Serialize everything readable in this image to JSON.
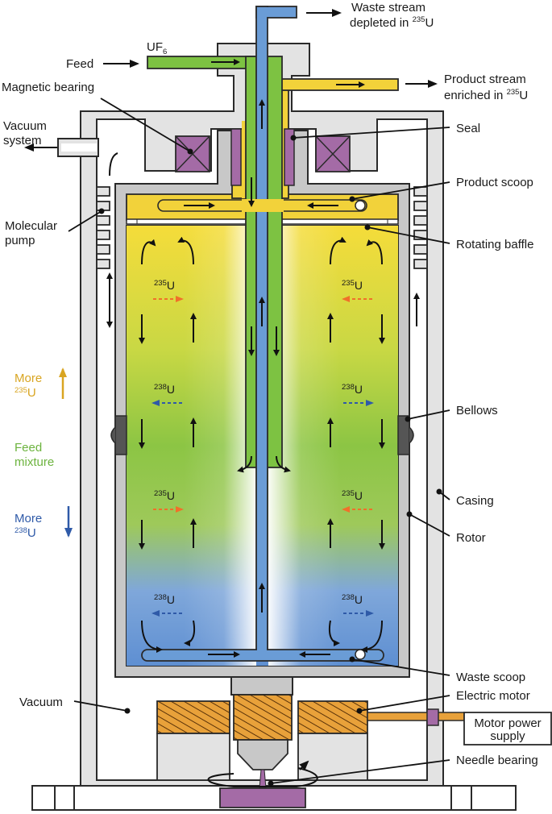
{
  "labels": {
    "waste_stream_l1": "Waste stream",
    "waste_stream_l2": "depleted in ",
    "waste_stream_iso": "235",
    "waste_stream_elem": "U",
    "feed": "Feed",
    "uf6_main": "UF",
    "uf6_sub": "6",
    "product_stream_l1": "Product stream",
    "product_stream_l2": "enriched in ",
    "product_stream_iso": "235",
    "product_stream_elem": "U",
    "magnetic_bearing": "Magnetic bearing",
    "vacuum_system_l1": "Vacuum",
    "vacuum_system_l2": "system",
    "seal": "Seal",
    "product_scoop": "Product scoop",
    "molecular_pump_l1": "Molecular",
    "molecular_pump_l2": "pump",
    "rotating_baffle": "Rotating baffle",
    "bellows": "Bellows",
    "casing": "Casing",
    "rotor": "Rotor",
    "waste_scoop": "Waste scoop",
    "electric_motor": "Electric motor",
    "vacuum": "Vacuum",
    "motor_power_l1": "Motor power",
    "motor_power_l2": "supply",
    "needle_bearing": "Needle bearing"
  },
  "legend": {
    "more_235_word": "More",
    "more_235_iso": "235",
    "more_235_elem": "U",
    "feed_mixture_l1": "Feed",
    "feed_mixture_l2": "mixture",
    "more_238_word": "More",
    "more_238_iso": "238",
    "more_238_elem": "U"
  },
  "isotopes": {
    "u235_iso": "235",
    "u238_iso": "238",
    "elem": "U"
  },
  "colors": {
    "feed_green": "#7dc242",
    "product_yellow": "#f2d23a",
    "waste_blue": "#6a9cd6",
    "bearing_purple": "#a46ba6",
    "motor_orange": "#d98c2b",
    "u235_arrow": "#f0702a",
    "u238_arrow": "#2f5aa8",
    "legend_235": "#d9a521",
    "legend_feed": "#6cb33e",
    "legend_238": "#2f5aa8"
  }
}
